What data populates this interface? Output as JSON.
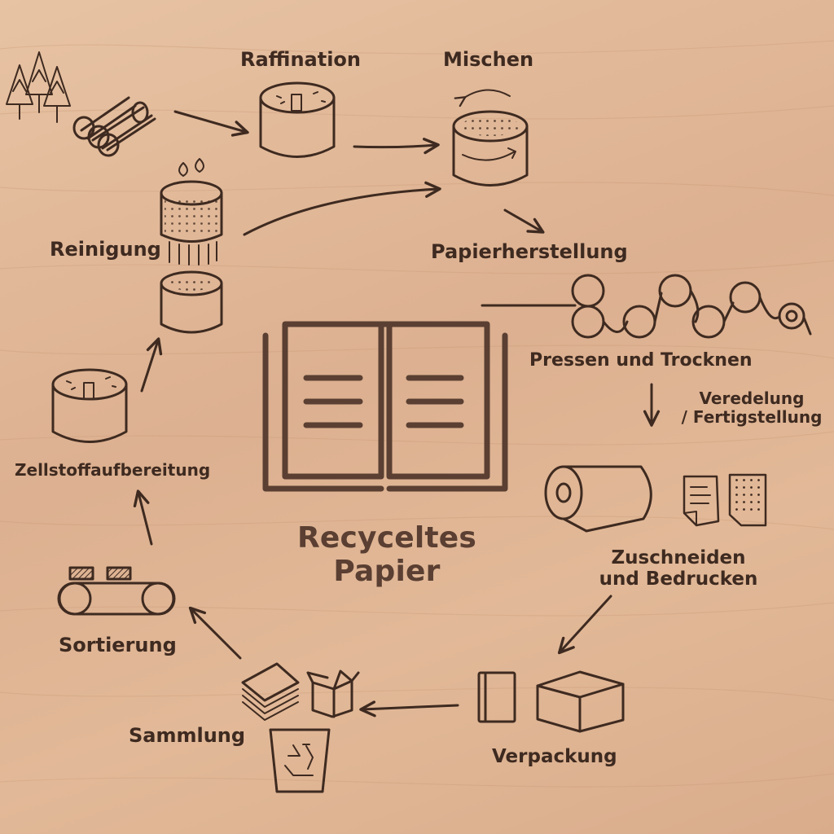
{
  "center": {
    "title": "Recyceltes Papier"
  },
  "steps": {
    "raffination": "Raffination",
    "mischen": "Mischen",
    "papierherstellung": "Papierherstellung",
    "pressen": "Pressen und Trocknen",
    "veredelung_1": "Veredelung",
    "veredelung_2": "/ Fertigstellung",
    "zuschneiden_1": "Zuschneiden",
    "zuschneiden_2": "und Bedrucken",
    "verpackung": "Verpackung",
    "sammlung": "Sammlung",
    "sortierung": "Sortierung",
    "zellstoff": "Zellstoffaufbereitung",
    "reinigung": "Reinigung"
  },
  "colors": {
    "ink": "#3e2a20",
    "title": "#5a3f32",
    "background": "#dfb595"
  },
  "icons": [
    "trees-icon",
    "logs-icon",
    "refining-vat-icon",
    "mixing-vat-icon",
    "cleaning-vat-icon",
    "pulp-vat-icon",
    "rollers-icon",
    "paper-roll-icon",
    "printed-sheets-icon",
    "book-icon",
    "box-icon",
    "paper-stack-icon",
    "open-box-icon",
    "recycle-bin-icon",
    "conveyor-icon",
    "open-book-icon"
  ]
}
